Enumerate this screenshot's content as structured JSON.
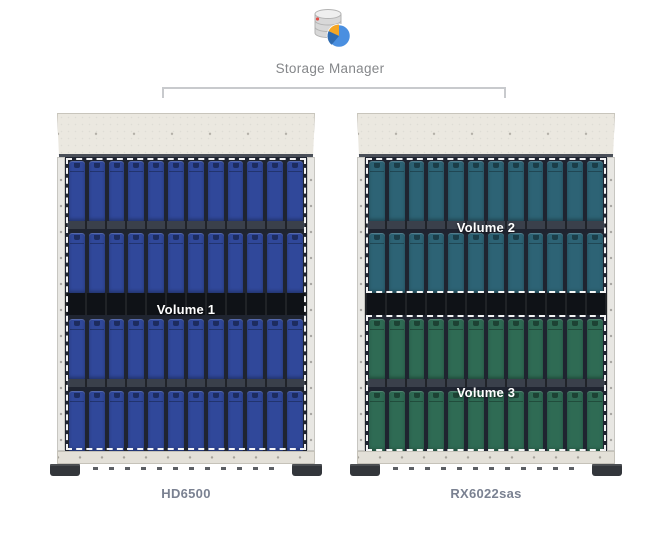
{
  "header": {
    "title": "Storage Manager",
    "icon": "storage-manager-db-pie-icon",
    "icon_colors": {
      "cylinder": "#d8d8d8",
      "cylinder_top": "#efefef",
      "cylinder_stroke": "#b3b3b3",
      "accent_red": "#e0504a",
      "pie_main": "#4a8fe0",
      "pie_wedge_orange": "#f5a623",
      "pie_wedge_dark": "#2f6bb0"
    }
  },
  "diagram": {
    "connector": "bracket-linking-both-enclosures",
    "enclosures": [
      {
        "model": "HD6500",
        "drive_rows": 4,
        "drives_per_row": 12,
        "volumes": [
          {
            "label": "Volume 1",
            "drive_color": "#30489a",
            "rows": [
              1,
              2,
              3,
              4
            ]
          }
        ]
      },
      {
        "model": "RX6022sas",
        "drive_rows": 4,
        "drives_per_row": 12,
        "volumes": [
          {
            "label": "Volume 2",
            "drive_color": "#2d6375",
            "rows": [
              1,
              2
            ]
          },
          {
            "label": "Volume 3",
            "drive_color": "#2f6b54",
            "rows": [
              3,
              4
            ]
          }
        ]
      }
    ],
    "selection_outline_color": "#ffffff"
  }
}
